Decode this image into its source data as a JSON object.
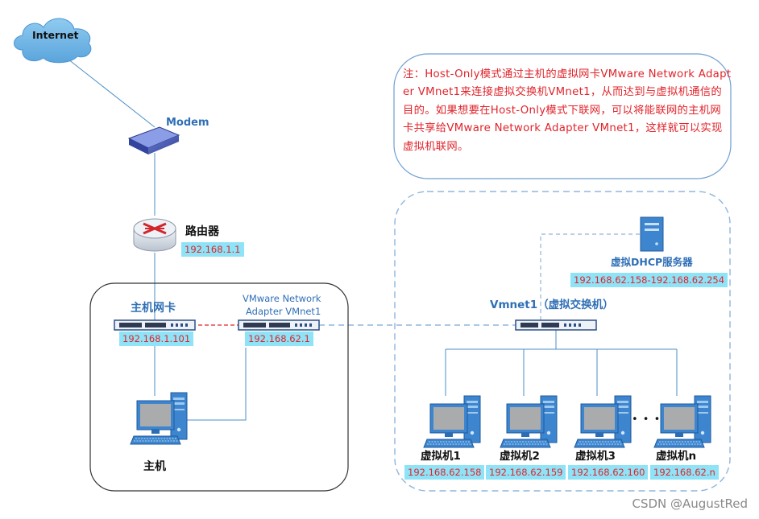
{
  "note": "注：Host-Only模式通过主机的虚拟网卡VMware Network Adapter VMnet1来连接虚拟交换机VMnet1，从而达到与虚拟机通信的目的。如果想要在Host-Only模式下联网，可以将能联网的主机网卡共享给VMware Network Adapter VMnet1，这样就可以实现虚拟机联网。",
  "internet": {
    "label": "Internet"
  },
  "modem": {
    "label": "Modem"
  },
  "router": {
    "label": "路由器",
    "ip": "192.168.1.1"
  },
  "host": {
    "nic_label": "主机网卡",
    "nic_ip": "192.168.1.101",
    "vnic_label_line1": "VMware Network",
    "vnic_label_line2": "Adapter VMnet1",
    "vnic_ip": "192.168.62.1",
    "pc_label": "主机"
  },
  "vmnet": {
    "switch_label": "Vmnet1（虚拟交换机）",
    "dhcp_label": "虚拟DHCP服务器",
    "dhcp_range": "192.168.62.158-192.168.62.254"
  },
  "vms": [
    {
      "label": "虚拟机1",
      "ip": "192.168.62.158"
    },
    {
      "label": "虚拟机2",
      "ip": "192.168.62.159"
    },
    {
      "label": "虚拟机3",
      "ip": "192.168.62.160"
    },
    {
      "label": "虚拟机n",
      "ip": "192.168.62.n"
    }
  ],
  "ellipsis": "• • •",
  "watermark": "CSDN @AugustRed",
  "colors": {
    "link_line": "#4a8fc8",
    "dashed_line": "#8fb5dc",
    "nic_link": "#e0242b",
    "ip_bg": "#8fe3f7",
    "ip_text": "#e0242b",
    "label_blue": "#2f6fb6"
  }
}
